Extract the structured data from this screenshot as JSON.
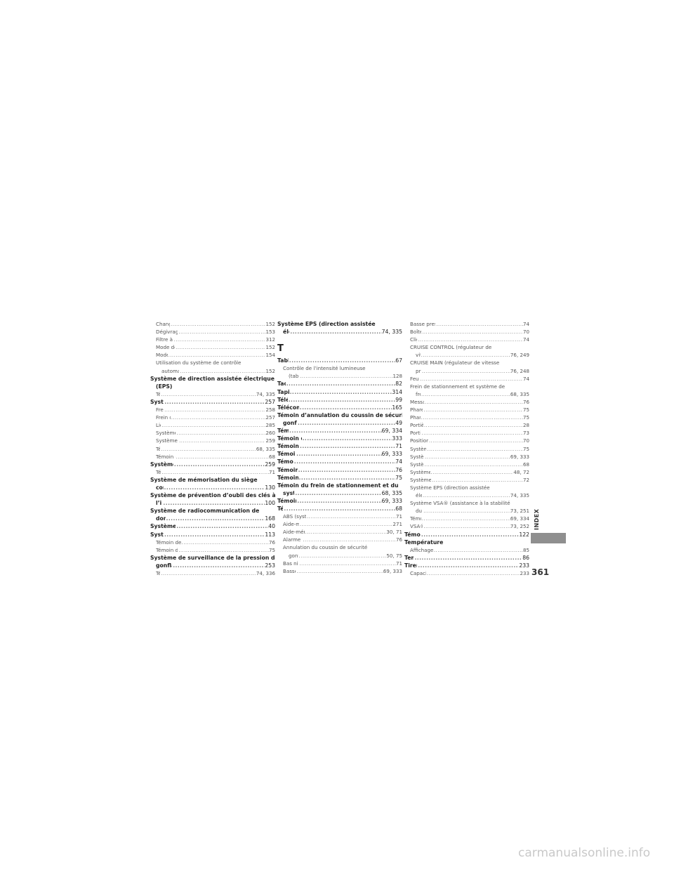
{
  "side_label": "INDEX",
  "page_number": "361",
  "watermark": "carmanualsonline.info",
  "columns": [
    [
      {
        "t": "Changement de mode",
        "p": "152",
        "k": "sub"
      },
      {
        "t": "Dégivrage du pare-brise et des glaces",
        "p": "153",
        "k": "sub"
      },
      {
        "t": "Filtre à poussière et à pollen",
        "p": "312",
        "k": "sub"
      },
      {
        "t": "Mode de recirculation/d’air frais",
        "p": "152",
        "k": "sub"
      },
      {
        "t": "Mode synchronisé",
        "p": "154",
        "k": "sub"
      },
      {
        "t": "Utilisation du système de contrôle",
        "p": "",
        "k": "sub bare"
      },
      {
        "t": "automatique de la température",
        "p": "152",
        "k": "sub cont"
      },
      {
        "t": "Système de direction assistée électrique",
        "p": "",
        "k": "top bare"
      },
      {
        "t": "(EPS)",
        "p": "",
        "k": "top cont bare"
      },
      {
        "t": "Témoin",
        "p": "74, 335",
        "k": "sub"
      },
      {
        "t": "Système de freinage",
        "p": "257",
        "k": "top"
      },
      {
        "t": "Frein à pied",
        "p": "258",
        "k": "sub"
      },
      {
        "t": "Frein de stationnement",
        "p": "257",
        "k": "sub"
      },
      {
        "t": "Liquide",
        "p": "285",
        "k": "sub"
      },
      {
        "t": "Système d’assistance au freinage",
        "p": "260",
        "k": "sub"
      },
      {
        "t": "Système de freinage antiblocage (ABS)",
        "p": "259",
        "k": "sub"
      },
      {
        "t": "Témoin",
        "p": "68, 335",
        "k": "sub"
      },
      {
        "t": "Témoin du système de freinage",
        "p": "68",
        "k": "sub"
      },
      {
        "t": "Système de freinage antiblocage (ABS)",
        "p": "259",
        "k": "top"
      },
      {
        "t": "Témoin",
        "p": "71",
        "k": "sub"
      },
      {
        "t": "Système de mémorisation du siège",
        "p": "",
        "k": "top bare"
      },
      {
        "t": "conducteur",
        "p": "130",
        "k": "top cont"
      },
      {
        "t": "Système de prévention d’oubli des clés à",
        "p": "",
        "k": "top bare"
      },
      {
        "t": "l’intérieur",
        "p": "100",
        "k": "top cont"
      },
      {
        "t": "Système de radiocommunication de",
        "p": "",
        "k": "top bare"
      },
      {
        "t": "données (RDS)",
        "p": "168",
        "k": "top cont"
      },
      {
        "t": "Système de retenue supplémentaire (SRS)",
        "p": "40",
        "k": "top"
      },
      {
        "t": "Système de sécurité",
        "p": "113",
        "k": "top"
      },
      {
        "t": "Témoin de l’alarme du système de sécurité",
        "p": "76",
        "k": "sub"
      },
      {
        "t": "Témoin du système d’immobilisation",
        "p": "75",
        "k": "sub"
      },
      {
        "t": "Système de surveillance de la pression de",
        "p": "",
        "k": "top bare"
      },
      {
        "t": "gonflage des pneus (TPMS)",
        "p": "253",
        "k": "top cont"
      },
      {
        "t": "Témoin",
        "p": "74, 336",
        "k": "sub"
      }
    ],
    [
      {
        "t": "Système EPS (direction assistée",
        "p": "",
        "k": "top bare"
      },
      {
        "t": "électrique)",
        "p": "74, 335",
        "k": "top cont"
      },
      {
        "letter": "T"
      },
      {
        "t": "Tableau de bord",
        "p": "67",
        "k": "top"
      },
      {
        "t": "Contrôle de l’intensité lumineuse",
        "p": "",
        "k": "sub bare"
      },
      {
        "t": "(tableau de bord)",
        "p": "128",
        "k": "sub cont"
      },
      {
        "t": "Tachymètre",
        "p": "82",
        "k": "top"
      },
      {
        "t": "Tapis de plancher",
        "p": "314",
        "k": "top"
      },
      {
        "t": "Télécommande",
        "p": "99",
        "k": "top"
      },
      {
        "t": "Télécommandes de la chaîne sonore",
        "p": "165",
        "k": "top"
      },
      {
        "t": "Témoin d’annulation du coussin de sécurité",
        "p": "",
        "k": "top bare"
      },
      {
        "t": "gonflable du passager",
        "p": "49",
        "k": "top cont"
      },
      {
        "t": "Témoin d’anomalie",
        "p": "69, 334",
        "k": "top"
      },
      {
        "t": "Témoin d’avertissement s’allume/clignote",
        "p": "333",
        "k": "top"
      },
      {
        "t": "Témoin de bas niveau de carburant",
        "p": "71",
        "k": "top"
      },
      {
        "t": "Témoin de basse pression d’huile",
        "p": "69, 333",
        "k": "top"
      },
      {
        "t": "Témoin de feux de route",
        "p": "74",
        "k": "top"
      },
      {
        "t": "Témoin de message du système",
        "p": "76",
        "k": "top"
      },
      {
        "t": "Témoin des phares antibrouillard",
        "p": "75",
        "k": "top"
      },
      {
        "t": "Témoin du frein de stationnement et du",
        "p": "",
        "k": "top bare"
      },
      {
        "t": "système de freinage",
        "p": "68, 335",
        "k": "top cont"
      },
      {
        "t": "Témoin du système de chargement",
        "p": "69, 333",
        "k": "top"
      },
      {
        "t": "Témoins",
        "p": "68",
        "k": "top"
      },
      {
        "t": "ABS (système de freinage antiblocage)",
        "p": "71",
        "k": "sub"
      },
      {
        "t": "Aide-mémoire d’entretien",
        "p": "271",
        "k": "sub"
      },
      {
        "t": "Aide-mémoire des ceintures de sécurité",
        "p": "30, 71",
        "k": "sub"
      },
      {
        "t": "Alarme du système de sécurité",
        "p": "76",
        "k": "sub"
      },
      {
        "t": "Annulation du coussin de sécurité",
        "p": "",
        "k": "sub bare"
      },
      {
        "t": "gonflable latéral",
        "p": "50, 75",
        "k": "sub cont"
      },
      {
        "t": "Bas niveau de carburant",
        "p": "71",
        "k": "sub"
      },
      {
        "t": "Basse pression d’huile",
        "p": "69, 333",
        "k": "sub"
      }
    ],
    [
      {
        "t": "Basse pression de gonflage des pneus/TPMS",
        "p": "74",
        "k": "sub"
      },
      {
        "t": "Boîte de vitesses",
        "p": "70",
        "k": "sub"
      },
      {
        "t": "Clignotant",
        "p": "74",
        "k": "sub"
      },
      {
        "t": "CRUISE CONTROL (régulateur de",
        "p": "",
        "k": "sub bare"
      },
      {
        "t": "vitesse)",
        "p": "76, 249",
        "k": "sub cont"
      },
      {
        "t": "CRUISE MAIN (régulateur de vitesse",
        "p": "",
        "k": "sub bare"
      },
      {
        "t": "principal)",
        "p": "76, 248",
        "k": "sub cont"
      },
      {
        "t": "Feux de route",
        "p": "74",
        "k": "sub"
      },
      {
        "t": "Frein de stationnement et système de",
        "p": "",
        "k": "sub bare"
      },
      {
        "t": "freinage",
        "p": "68, 335",
        "k": "sub cont"
      },
      {
        "t": "Message du système",
        "p": "76",
        "k": "sub"
      },
      {
        "t": "Phare antibrouillard",
        "p": "75",
        "k": "sub"
      },
      {
        "t": "Phares allumés",
        "p": "75",
        "k": "sub"
      },
      {
        "t": "Portière entrouverte",
        "p": "28",
        "k": "sub"
      },
      {
        "t": "Portière ouverte",
        "p": "73",
        "k": "sub"
      },
      {
        "t": "Position du levier de vitesses",
        "p": "70",
        "k": "sub"
      },
      {
        "t": "Système d’immobilisation",
        "p": "75",
        "k": "sub"
      },
      {
        "t": "Système de chargement",
        "p": "69, 333",
        "k": "sub"
      },
      {
        "t": "Système de freinage",
        "p": "68",
        "k": "sub"
      },
      {
        "t": "Système de retenue supplémentaire",
        "p": "48, 72",
        "k": "sub"
      },
      {
        "t": "Système de transmission intégrale",
        "p": "72",
        "k": "sub"
      },
      {
        "t": "Système EPS (direction assistée",
        "p": "",
        "k": "sub bare"
      },
      {
        "t": "électrique)",
        "p": "74, 335",
        "k": "sub cont"
      },
      {
        "t": "Système VSA® (assistance à la stabilité",
        "p": "",
        "k": "sub bare"
      },
      {
        "t": "du véhicule)",
        "p": "73, 251",
        "k": "sub cont"
      },
      {
        "t": "Témoin d’anomalie",
        "p": "69, 334",
        "k": "sub"
      },
      {
        "t": "VSA® OFF (désactivé)",
        "p": "73, 252",
        "k": "sub"
      },
      {
        "t": "Témoins de dépassement",
        "p": "122",
        "k": "top"
      },
      {
        "t": "Température",
        "p": "",
        "k": "top bare"
      },
      {
        "t": "Affichage de la température extérieure",
        "p": "85",
        "k": "sub"
      },
      {
        "t": "Temps écoulé",
        "p": "86",
        "k": "top"
      },
      {
        "t": "Tirer une remorque",
        "p": "233",
        "k": "top"
      },
      {
        "t": "Capacités de remorquage",
        "p": "233",
        "k": "sub"
      }
    ]
  ]
}
